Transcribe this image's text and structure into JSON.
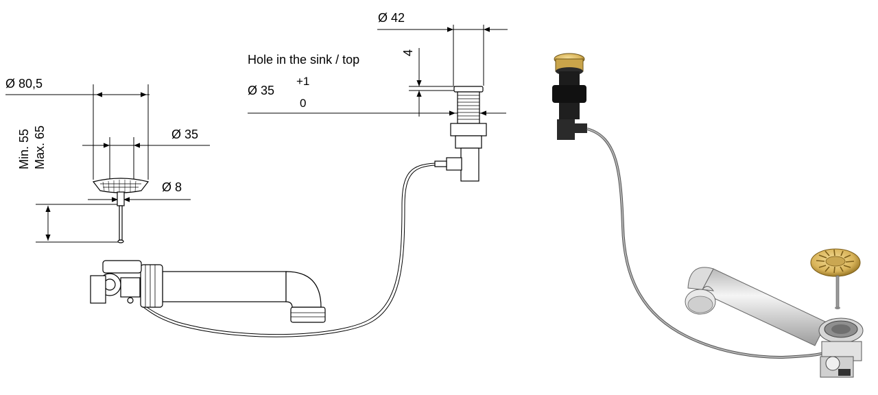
{
  "labels": {
    "d_basket": "Ø 80,5",
    "d_stem": "Ø 35",
    "d_pin": "Ø 8",
    "min": "Min. 55",
    "max": "Max. 65",
    "d_button": "Ø 42",
    "thickness": "4",
    "hole_title": "Hole in the sink / top",
    "hole_dia": "Ø 35",
    "tol_plus": "+1",
    "tol_minus": "0"
  },
  "colors": {
    "brass": "#d9b45a",
    "brass_dark": "#8a6a1e",
    "black_part": "#1c1c1c",
    "cable": "#9a9a9a",
    "pipe": "#e6e6e6"
  }
}
